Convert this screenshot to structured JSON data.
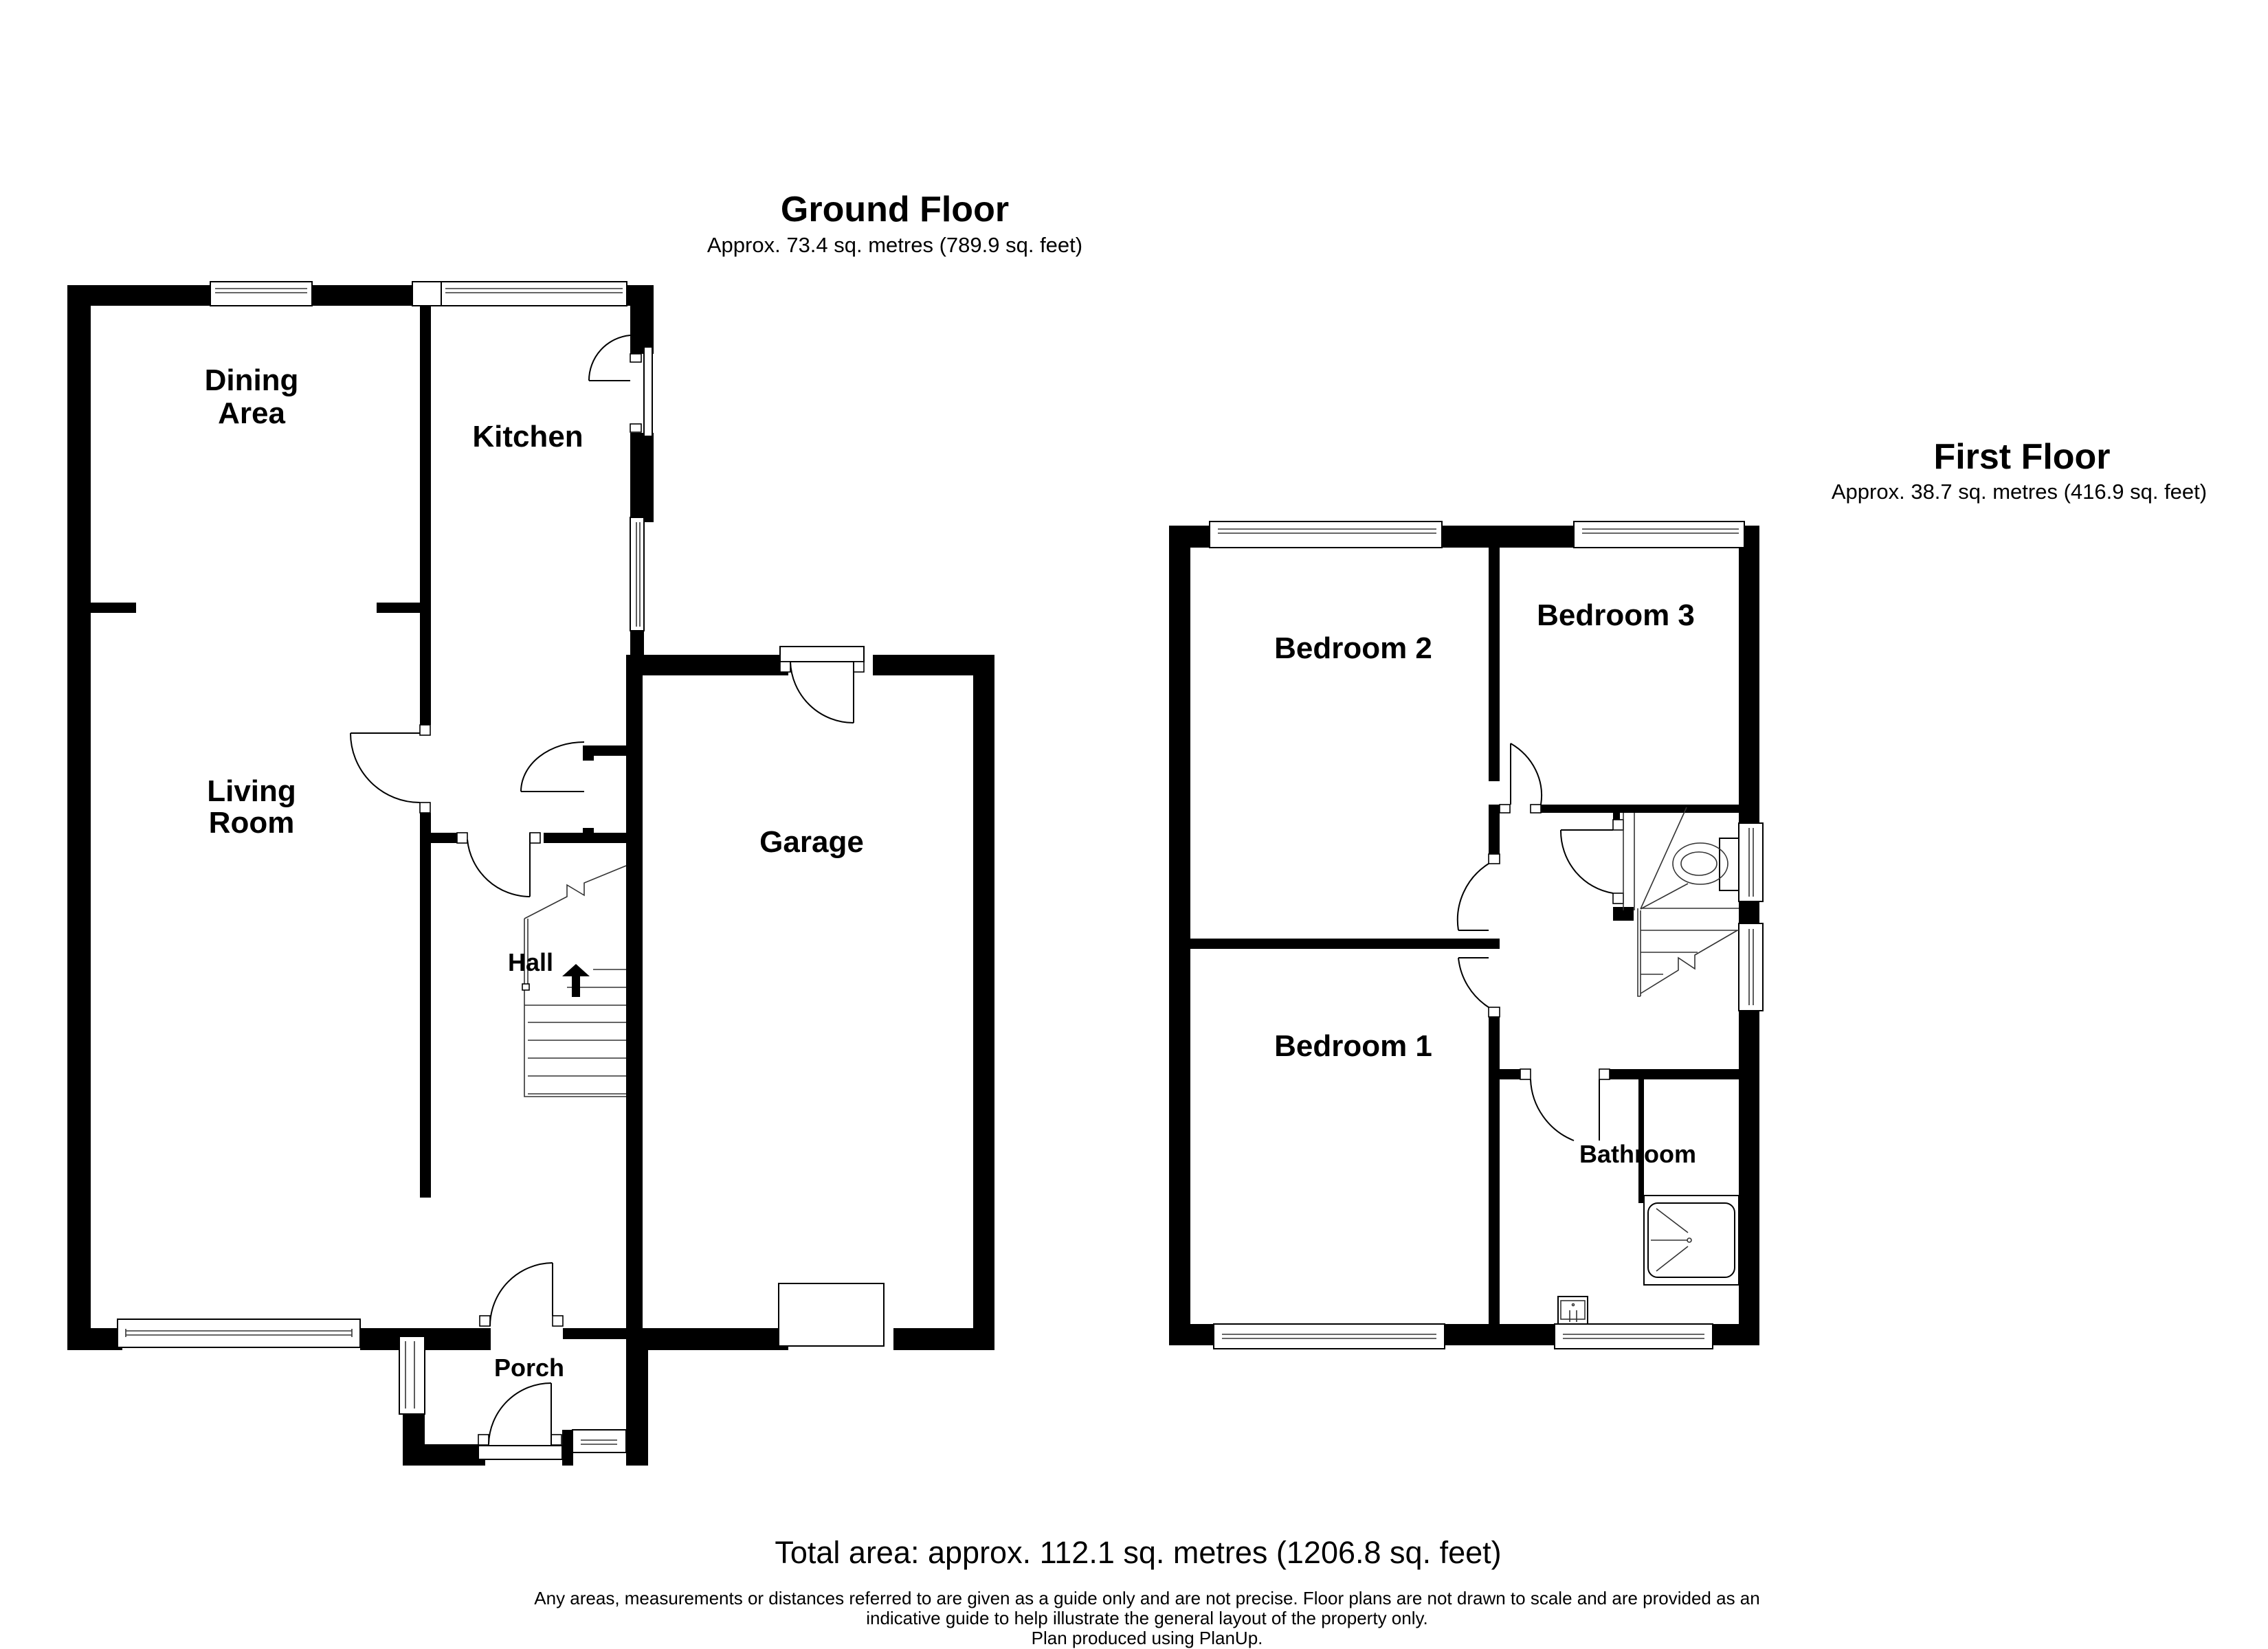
{
  "ground_floor": {
    "title": "Ground Floor",
    "area": "Approx. 73.4 sq. metres (789.9 sq. feet)",
    "rooms": {
      "dining_line1": "Dining",
      "dining_line2": "Area",
      "kitchen": "Kitchen",
      "living_line1": "Living",
      "living_line2": "Room",
      "hall": "Hall",
      "garage": "Garage",
      "porch": "Porch"
    }
  },
  "first_floor": {
    "title": "First Floor",
    "area": "Approx. 38.7 sq. metres (416.9 sq. feet)",
    "rooms": {
      "bedroom1": "Bedroom 1",
      "bedroom2": "Bedroom 2",
      "bedroom3": "Bedroom 3",
      "bathroom": "Bathroom"
    }
  },
  "footer": {
    "total_area": "Total area: approx. 112.1 sq. metres (1206.8 sq. feet)",
    "disclaimer_line1": "Any areas, measurements or distances referred to are given as a guide only and are not precise. Floor plans are not drawn to scale and are provided as an",
    "disclaimer_line2": "indicative guide to help illustrate the general layout of the property only.",
    "disclaimer_line3": "Plan produced using PlanUp."
  },
  "colors": {
    "wall": "#000000",
    "background": "#ffffff"
  }
}
